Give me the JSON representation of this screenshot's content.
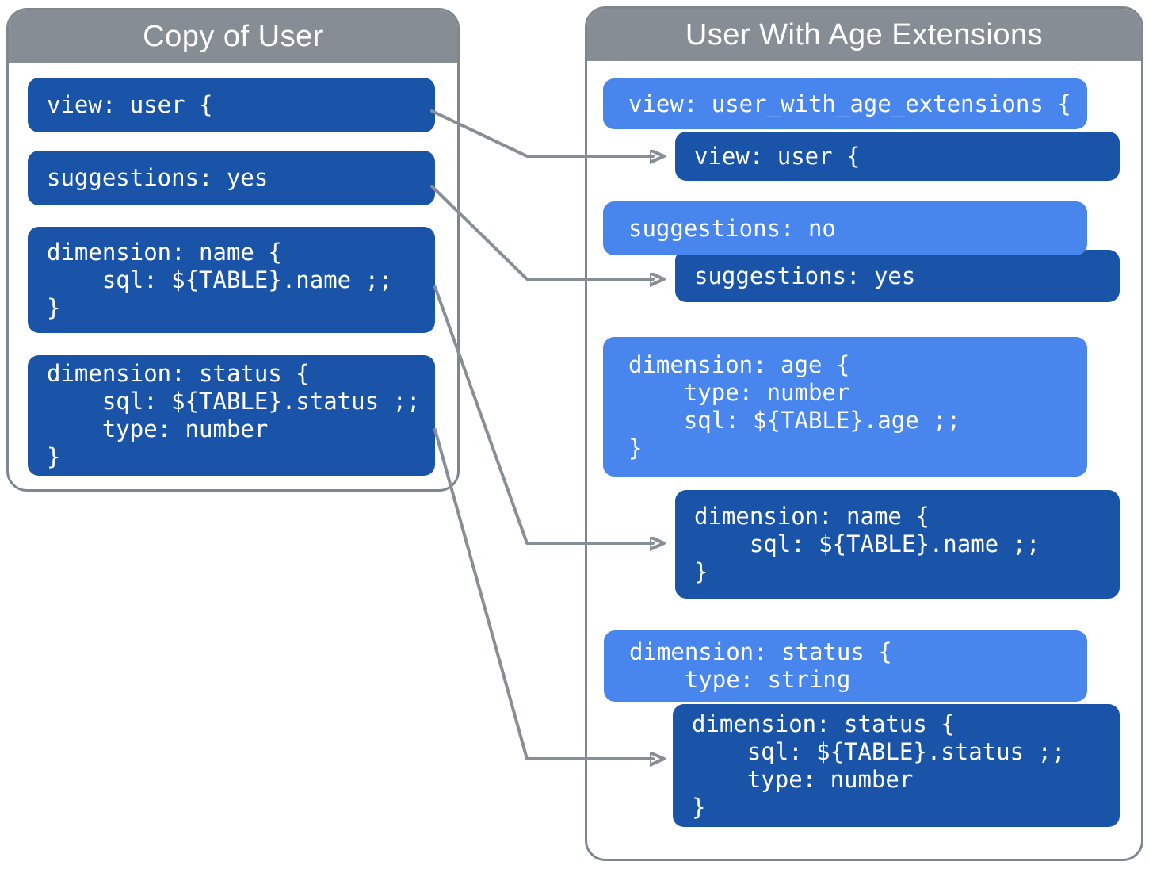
{
  "colors": {
    "dark_blue": "#1a54a8",
    "light_blue": "#4886ee",
    "header_gray": "#868d95",
    "border_gray": "#7e868f",
    "arrow_gray": "#888e95",
    "text_white": "#ffffff"
  },
  "left_panel": {
    "title": "Copy of User",
    "boxes": [
      {
        "style": "dark",
        "lines": [
          "view: user {"
        ]
      },
      {
        "style": "dark",
        "lines": [
          "suggestions: yes"
        ]
      },
      {
        "style": "dark",
        "lines": [
          "dimension: name {",
          "    sql: ${TABLE}.name ;;",
          "}"
        ]
      },
      {
        "style": "dark",
        "lines": [
          "dimension: status {",
          "    sql: ${TABLE}.status ;;",
          "    type: number",
          "}"
        ]
      }
    ]
  },
  "right_panel": {
    "title": "User With Age Extensions",
    "boxes": [
      {
        "style": "light",
        "lines": [
          "view: user_with_age_extensions {"
        ]
      },
      {
        "style": "dark",
        "lines": [
          "view: user {"
        ]
      },
      {
        "style": "light",
        "lines": [
          "suggestions: no"
        ]
      },
      {
        "style": "dark",
        "lines": [
          "suggestions: yes"
        ]
      },
      {
        "style": "light",
        "lines": [
          "dimension: age {",
          "    type: number",
          "    sql: ${TABLE}.age ;;",
          "}"
        ]
      },
      {
        "style": "dark",
        "lines": [
          "dimension: name {",
          "    sql: ${TABLE}.name ;;",
          "}"
        ]
      },
      {
        "style": "light",
        "lines": [
          "dimension: status {",
          "    type: string"
        ]
      },
      {
        "style": "dark",
        "lines": [
          "dimension: status {",
          "    sql: ${TABLE}.status ;;",
          "    type: number",
          "}"
        ]
      }
    ]
  }
}
